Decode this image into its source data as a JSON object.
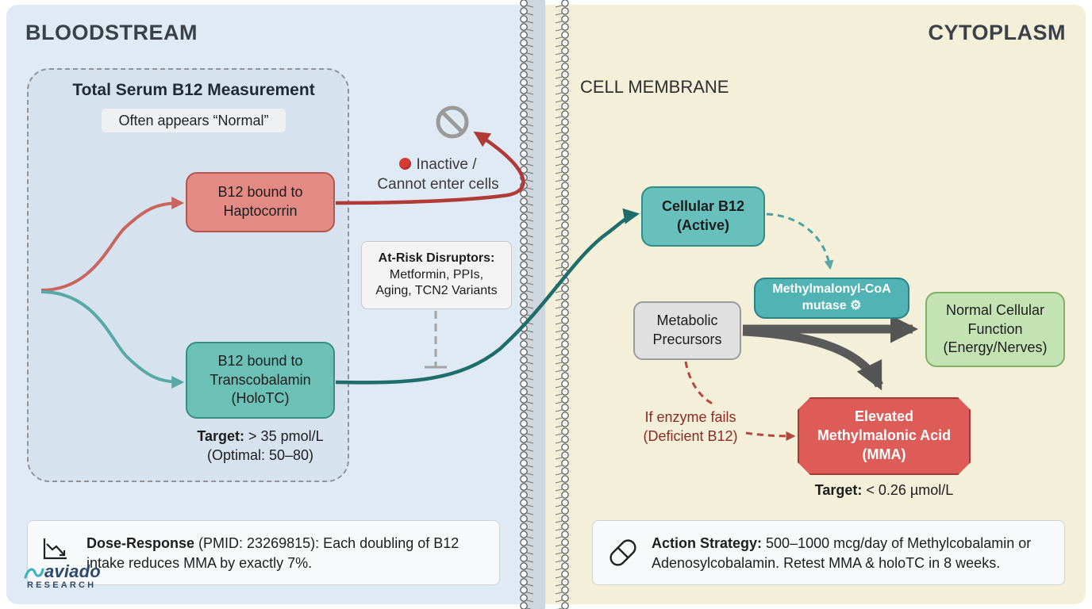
{
  "regions": {
    "left_title": "BLOODSTREAM",
    "right_title": "CYTOPLASM",
    "membrane_label": "CELL MEMBRANE"
  },
  "measurement": {
    "title": "Total Serum B12 Measurement",
    "note": "Often appears “Normal”"
  },
  "nodes": {
    "haptocorrin": "B12 bound to\nHaptocorrin",
    "transcobalamin": "B12 bound to\nTranscobalamin\n(HoloTC)",
    "cellular_b12": "Cellular B12\n(Active)",
    "enzyme": "Methylmalonyl-CoA\nmutase ⚙",
    "precursors": "Metabolic\nPrecursors",
    "normal_function": "Normal Cellular\nFunction\n(Energy/Nerves)",
    "mma": "Elevated\nMethylmalonic Acid\n(MMA)"
  },
  "labels": {
    "inactive": "Inactive /\nCannot enter cells",
    "disruptors_title": "At-Risk Disruptors:",
    "disruptors_list": "Metformin, PPIs,\nAging, TCN2 Variants",
    "holotc_target_label": "Target:",
    "holotc_target_value": " > 35 pmol/L",
    "holotc_optimal": "(Optimal: 50–80)",
    "enzyme_fails": "If enzyme fails\n(Deficient B12)",
    "mma_target_label": "Target:",
    "mma_target_value": " < 0.26 µmol/L"
  },
  "info": {
    "dose_title": "Dose-Response",
    "dose_text": " (PMID: 23269815): Each doubling of B12 intake reduces MMA by exactly 7%.",
    "action_title": "Action Strategy:",
    "action_text": " 500–1000 mcg/day of Methylcobalamin or Adenosylcobalamin. Retest MMA & holoTC in 8 weeks."
  },
  "logo": {
    "word": "aviado",
    "sub": "RESEARCH"
  },
  "icons": {
    "blocked": "no-entry-icon",
    "stop": "red-circle-icon",
    "gear": "gear-icon",
    "chart": "declining-chart-icon",
    "pill": "capsule-icon"
  },
  "colors": {
    "blood_bg": "#dfeaf5",
    "cyto_bg": "#f3efd9",
    "haptocorrin": "#e48a84",
    "holotc": "#6cc1b7",
    "mma": "#de5c58",
    "normal": "#c3e3b2",
    "red_arrow": "#b23a36",
    "teal_arrow": "#1f6d6b"
  }
}
